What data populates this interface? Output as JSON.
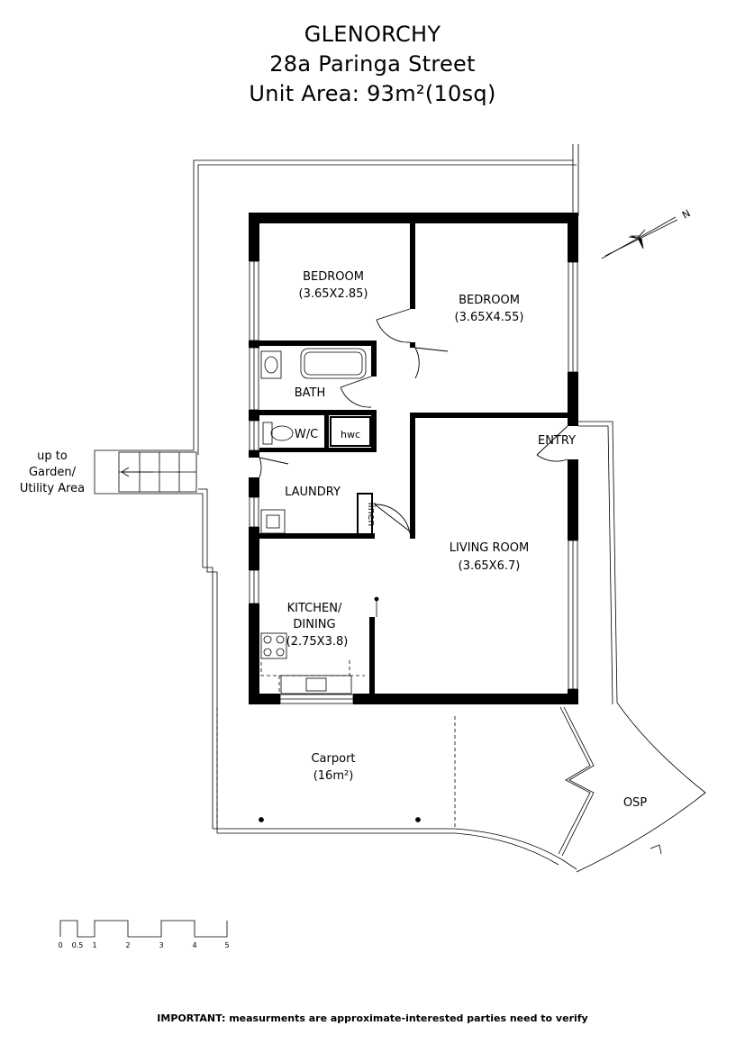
{
  "header": {
    "suburb": "GLENORCHY",
    "address": "28a Paringa Street",
    "area": "Unit Area: 93m²(10sq)"
  },
  "rooms": {
    "bedroom1_name": "BEDROOM",
    "bedroom1_size": "(3.65X2.85)",
    "bedroom2_name": "BEDROOM",
    "bedroom2_size": "(3.65X4.55)",
    "bath": "BATH",
    "wc": "W/C",
    "hwc": "hwc",
    "laundry": "LAUNDRY",
    "linen": "linen",
    "entry": "ENTRY",
    "living_name": "LIVING ROOM",
    "living_size": "(3.65X6.7)",
    "kitchen_name1": "KITCHEN/",
    "kitchen_name2": "DINING",
    "kitchen_size": "(2.75X3.8)",
    "carport_name": "Carport",
    "carport_size": "(16m²)",
    "osp": "OSP"
  },
  "stairs_note": {
    "line1": "up to",
    "line2": "Garden/",
    "line3": "Utility Area"
  },
  "compass": {
    "label": "N"
  },
  "scale_bar": {
    "ticks": [
      "0",
      "0.5",
      "1",
      "2",
      "3",
      "4",
      "5"
    ]
  },
  "footer": {
    "disclaimer": "IMPORTANT: measurments are approximate-interested parties need to verify"
  }
}
